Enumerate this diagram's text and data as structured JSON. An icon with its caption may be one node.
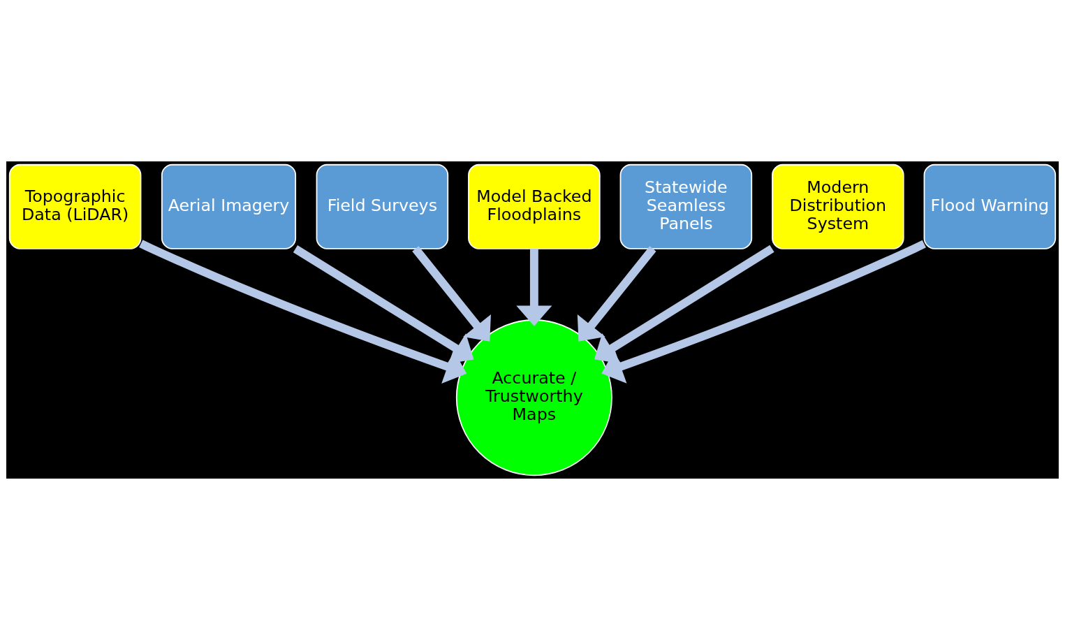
{
  "diagram": {
    "nodes": [
      {
        "text": [
          "Topographic Data (LiDAR)"
        ]
      },
      {
        "text": [
          "Aerial Imagery"
        ]
      },
      {
        "text": [
          "Field Surveys"
        ]
      },
      {
        "text": [
          "Model Backed Floodplains"
        ]
      },
      {
        "text": [
          "Statewide Seamless Panels"
        ]
      },
      {
        "text": [
          "Modern Distribution System"
        ]
      },
      {
        "text": [
          "Flood Warning"
        ]
      },
      {
        "text": [
          "Accurate / Trustworthy Maps"
        ]
      }
    ],
    "edges": [
      {
        "from": 0,
        "to": 7,
        "arrow": "to"
      },
      {
        "from": 1,
        "to": 7,
        "arrow": "to"
      },
      {
        "from": 2,
        "to": 7,
        "arrow": "to"
      },
      {
        "from": 3,
        "to": 7,
        "arrow": "to"
      },
      {
        "from": 4,
        "to": 7,
        "arrow": "to"
      },
      {
        "from": 5,
        "to": 7,
        "arrow": "to"
      },
      {
        "from": 6,
        "to": 7,
        "arrow": "to"
      }
    ]
  }
}
